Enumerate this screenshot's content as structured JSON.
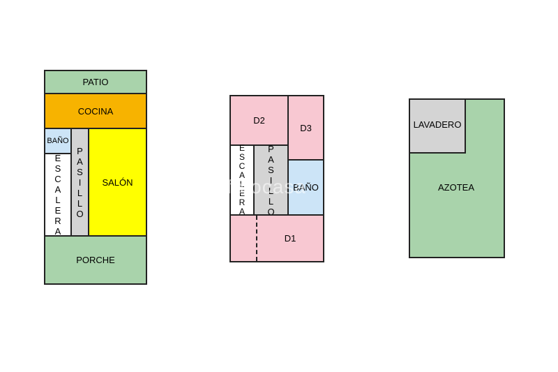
{
  "plans": {
    "ground": {
      "patio": "PATIO",
      "cocina": "COCINA",
      "bano": "BAÑO",
      "escalera": "ESCALERA",
      "pasillo": "PASILLO",
      "salon": "SALÓN",
      "porche": "PORCHE"
    },
    "first": {
      "d2": "D2",
      "d3": "D3",
      "escalera": "ESCALERA",
      "pasillo": "PASILLO",
      "bano": "BAÑO",
      "d1": "D1"
    },
    "roof": {
      "lavadero": "LAVADERO",
      "azotea": "AZOTEA"
    }
  },
  "colors": {
    "green": "#a9d3ab",
    "orange": "#f7b300",
    "yellow": "#ffff00",
    "light_blue": "#cce4f7",
    "white": "#ffffff",
    "gray": "#d4d4d4",
    "pink": "#f8c8d2"
  },
  "watermark": "fotocasa"
}
